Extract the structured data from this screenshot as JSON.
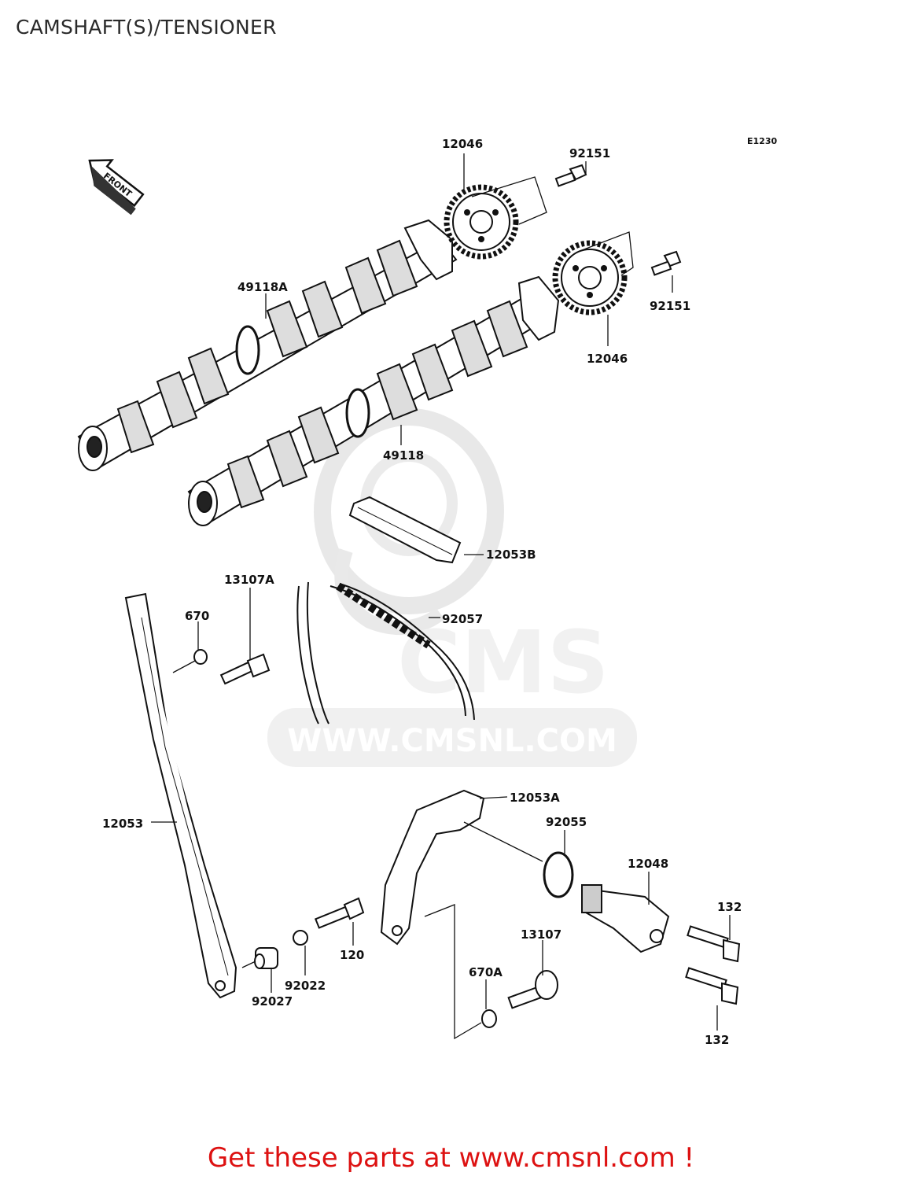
{
  "title": "CAMSHAFT(S)/TENSIONER",
  "diagram_code": "E1230",
  "front_label": "FRONT",
  "footer": "Get these parts at www.cmsnl.com !",
  "watermark": {
    "text": "WWW.CMSNL.COM",
    "logo_text": "CMS"
  },
  "parts": {
    "sprocket_top": "12046",
    "bolt_top": "92151",
    "bolt_right": "92151",
    "sprocket_right": "12046",
    "camshaft_a": "49118A",
    "camshaft_b": "49118",
    "guide_top": "12053B",
    "bolt_13107a": "13107A",
    "oring_670": "670",
    "chain": "92057",
    "guide_left": "12053",
    "tensioner_guide": "12053A",
    "oring_92055": "92055",
    "tensioner": "12048",
    "bolt_132_top": "132",
    "bolt_132_bottom": "132",
    "bolt_13107": "13107",
    "oring_670a": "670A",
    "bolt_120": "120",
    "washer_92022": "92022",
    "collar_92027": "92027"
  }
}
